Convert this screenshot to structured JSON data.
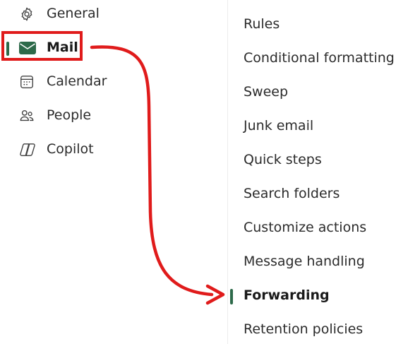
{
  "nav": {
    "items": [
      {
        "label": "General",
        "icon": "gear-icon"
      },
      {
        "label": "Mail",
        "icon": "mail-icon",
        "selected": true
      },
      {
        "label": "Calendar",
        "icon": "calendar-icon"
      },
      {
        "label": "People",
        "icon": "people-icon"
      },
      {
        "label": "Copilot",
        "icon": "copilot-icon"
      }
    ]
  },
  "mail_settings": {
    "items": [
      {
        "label": "Rules"
      },
      {
        "label": "Conditional formatting"
      },
      {
        "label": "Sweep"
      },
      {
        "label": "Junk email"
      },
      {
        "label": "Quick steps"
      },
      {
        "label": "Search folders"
      },
      {
        "label": "Customize actions"
      },
      {
        "label": "Message handling"
      },
      {
        "label": "Forwarding",
        "selected": true
      },
      {
        "label": "Retention policies"
      }
    ]
  },
  "colors": {
    "accent": "#2d6a4a",
    "annotation": "#e01b1b",
    "text": "#2b2b2b"
  }
}
